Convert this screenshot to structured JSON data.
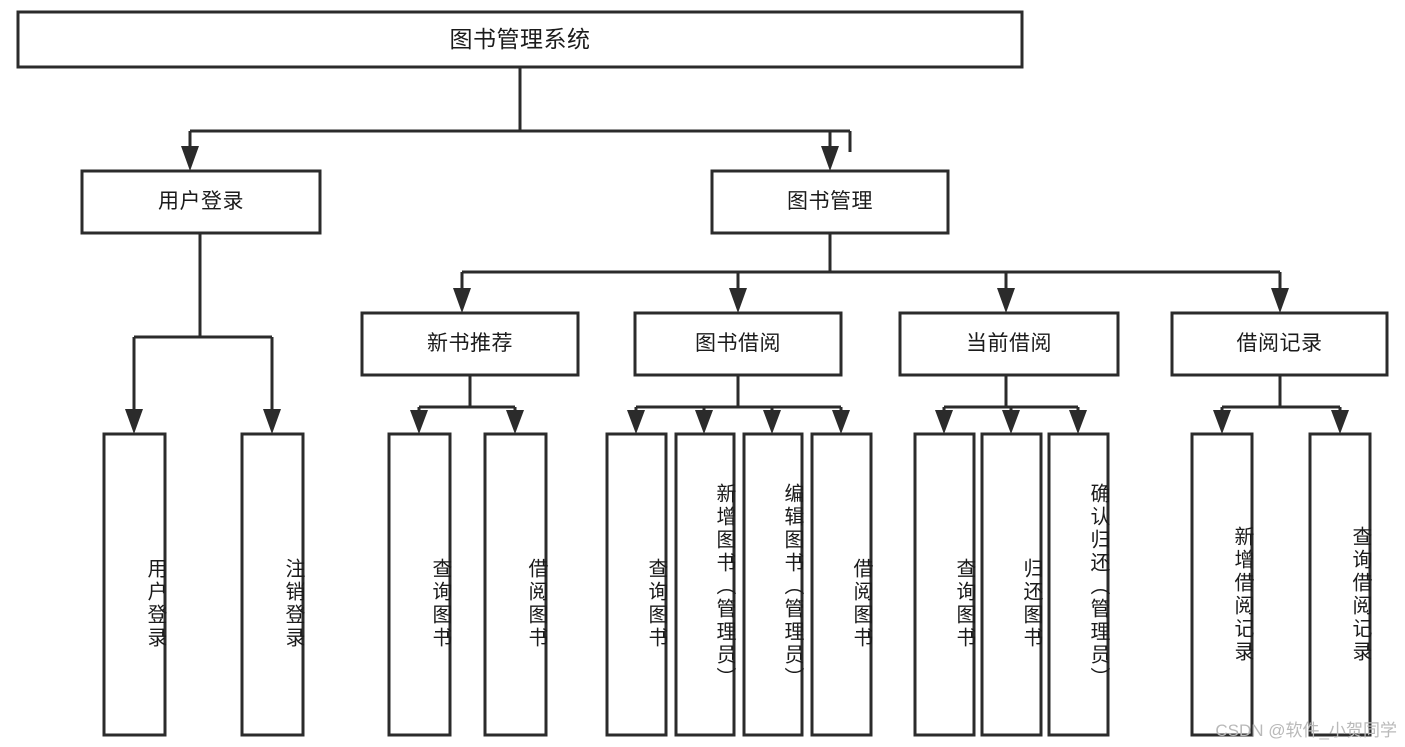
{
  "diagram": {
    "type": "tree",
    "title": "图书管理系统",
    "watermark": "CSDN @软件_小贺同学",
    "nodes": {
      "root": {
        "label": "图书管理系统"
      },
      "level2": [
        {
          "label": "用户登录"
        },
        {
          "label": "图书管理"
        }
      ],
      "level3": [
        {
          "label": "新书推荐"
        },
        {
          "label": "图书借阅"
        },
        {
          "label": "当前借阅"
        },
        {
          "label": "借阅记录"
        }
      ],
      "leaves_user_login": [
        {
          "label": "用户登录"
        },
        {
          "label": "注销登录"
        }
      ],
      "leaves_new_book": [
        {
          "label": "查询图书"
        },
        {
          "label": "借阅图书"
        }
      ],
      "leaves_borrow": [
        {
          "label": "查询图书"
        },
        {
          "label": "新增图书（管理员）"
        },
        {
          "label": "编辑图书（管理员）"
        },
        {
          "label": "借阅图书"
        }
      ],
      "leaves_current": [
        {
          "label": "查询图书"
        },
        {
          "label": "归还图书"
        },
        {
          "label": "确认归还（管理员）"
        }
      ],
      "leaves_record": [
        {
          "label": "新增借阅记录"
        },
        {
          "label": "查询借阅记录"
        }
      ]
    },
    "colors": {
      "stroke": "#2b2b2b",
      "fill": "#ffffff",
      "text": "#1b1b1b",
      "watermark": "#b9b9b9"
    }
  }
}
